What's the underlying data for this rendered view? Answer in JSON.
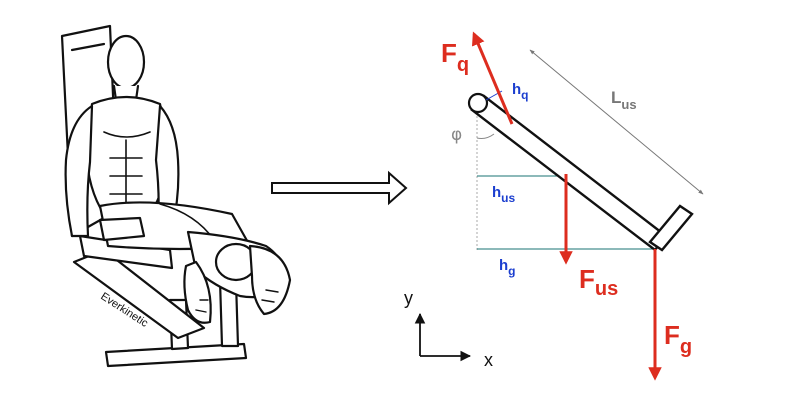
{
  "figure": {
    "illustration_watermark": "Everkinetic",
    "forces": {
      "quad": {
        "base": "F",
        "sub": "q"
      },
      "upper_segment": {
        "base": "F",
        "sub": "us"
      },
      "gravity": {
        "base": "F",
        "sub": "g"
      }
    },
    "lever_arms": {
      "quad": {
        "base": "h",
        "sub": "q"
      },
      "upper_segment": {
        "base": "h",
        "sub": "us"
      },
      "gravity": {
        "base": "h",
        "sub": "g"
      }
    },
    "length": {
      "base": "L",
      "sub": "us"
    },
    "angle": "φ",
    "axes": {
      "y": "y",
      "x": "x"
    }
  },
  "colors": {
    "force": "#dd2d1f",
    "lever_arm": "#1b3ecf",
    "length": "#777777",
    "angle": "#888888",
    "ink": "#111111",
    "guide": "#1a7373"
  },
  "icons": {
    "arrow": "right-arrow-icon",
    "pivot": "pivot-circle-icon"
  }
}
